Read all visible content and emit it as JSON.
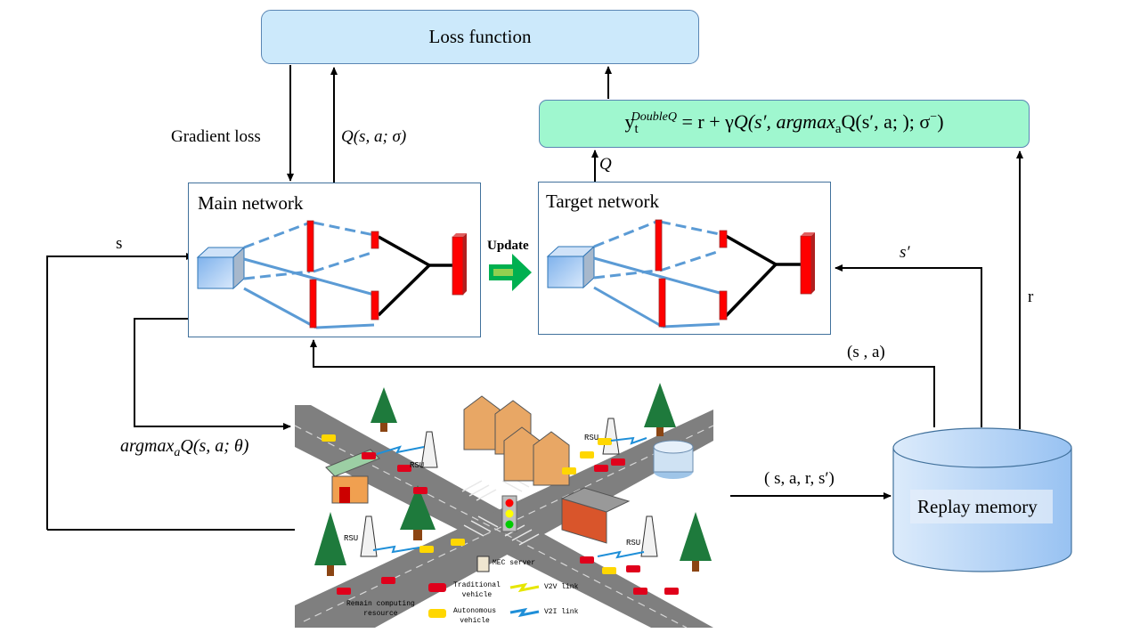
{
  "loss_box": {
    "label": "Loss function"
  },
  "target_equation": {
    "y": "y",
    "y_sub": "t",
    "y_sup": "DoubleQ",
    "rhs_prefix": "= r + γ",
    "rhs_q": "Q",
    "rhs_open": "(s′, ",
    "argmax": "argmax",
    "argmax_sub": "a",
    "rhs_inner": "Q(s′, a; ); σ",
    "rhs_minus": "−",
    "rhs_close": ")"
  },
  "arrows": {
    "gradient_loss": "Gradient loss",
    "q_main": "Q(s, a; σ)",
    "q_target": "Q",
    "s_input": "s",
    "update": "Update",
    "s_prime": "s′",
    "reward": "r",
    "state_action": "(s , a)",
    "action_argmax": "argmax",
    "action_argmax_sub": "a",
    "action_argmax_rest": "Q(s, a; θ)",
    "transition": "( s, a, r, s′)"
  },
  "main_network": {
    "title": "Main network"
  },
  "target_network": {
    "title": "Target network"
  },
  "replay_memory": {
    "label": "Replay memory"
  },
  "environment": {
    "rsu_labels": [
      "RSU",
      "RSU",
      "RSU",
      "RSU"
    ],
    "legend": {
      "mec_server": "MEC server",
      "traditional_vehicle_1": "Traditional",
      "traditional_vehicle_2": "vehicle",
      "autonomous_vehicle_1": "Autonomous",
      "autonomous_vehicle_2": "vehicle",
      "v2v_link": "V2V link",
      "v2i_link": "V2I link",
      "remain_1": "Remain computing",
      "remain_2": "resource"
    }
  },
  "colors": {
    "loss_fill": "#cce9fb",
    "target_fill": "#9ff7cf",
    "network_border": "#41719c",
    "layer_red": "#ff0000",
    "connection_blue": "#5b9bd5",
    "update_arrow": "#00b050",
    "road_gray": "#808080"
  }
}
